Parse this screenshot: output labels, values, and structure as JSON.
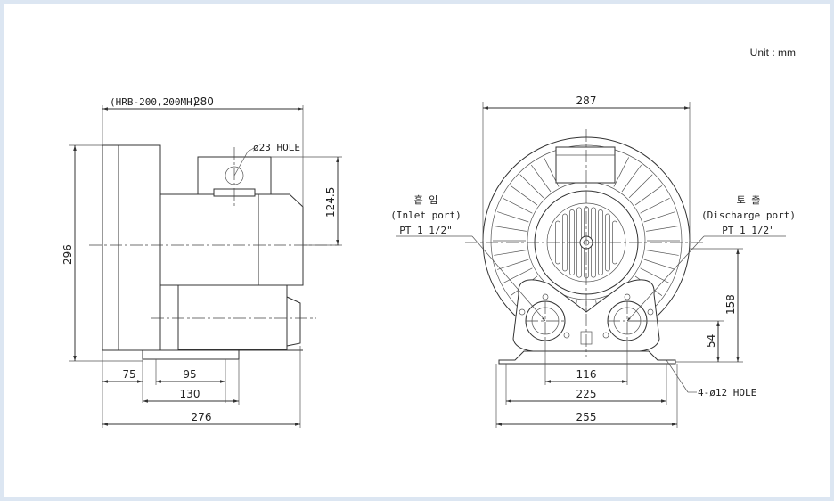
{
  "unit_label": "Unit : mm",
  "side_view": {
    "model_note": "(HRB-200,200MH)",
    "dim_top": "280",
    "dim_height": "296",
    "hole_note": "ø23 HOLE",
    "dim_hole_height": "124.5",
    "dim_75": "75",
    "dim_95": "95",
    "dim_130": "130",
    "dim_276": "276"
  },
  "front_view": {
    "dim_top": "287",
    "inlet_korean": "흡 입",
    "inlet_english": "(Inlet port)",
    "inlet_size": "PT 1 1/2\"",
    "discharge_korean": "토 출",
    "discharge_english": "(Discharge port)",
    "discharge_size": "PT 1 1/2\"",
    "dim_158": "158",
    "dim_54": "54",
    "dim_116": "116",
    "dim_225": "225",
    "dim_255": "255",
    "mount_hole_note": "4-ø12 HOLE"
  }
}
